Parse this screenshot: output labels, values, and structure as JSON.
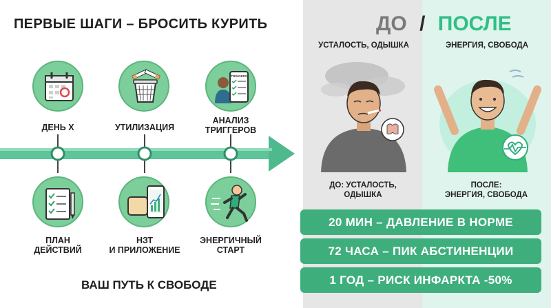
{
  "title": "ПЕРВЫЕ ШАГИ – БРОСИТЬ КУРИТЬ",
  "steps_top": [
    {
      "label": "ДЕНЬ Х",
      "icon": "calendar-icon"
    },
    {
      "label": "УТИЛИЗАЦИЯ",
      "icon": "trash-cigarettes-icon"
    },
    {
      "label_line1": "АНАЛИЗ",
      "label_line2": "ТРИГГЕРОВ",
      "icon": "triggers-checklist-icon",
      "sign": "TRIGGERS"
    }
  ],
  "steps_bottom": [
    {
      "label_line1": "ПЛАН",
      "label_line2": "ДЕЙСТВИЙ",
      "icon": "action-plan-icon"
    },
    {
      "label_line1": "НЗТ",
      "label_line2": "И ПРИЛОЖЕНИЕ",
      "icon": "patch-phone-icon"
    },
    {
      "label_line1": "ЭНЕРГИЧНЫЙ",
      "label_line2": "СТАРТ",
      "icon": "runner-icon"
    }
  ],
  "bottom_tagline": "ВАШ ПУТЬ К СВОБОДЕ",
  "before_after": {
    "before_word": "ДО",
    "slash": "/",
    "after_word": "ПОСЛЕ",
    "before_sub": "УСТАЛОСТЬ, ОДЫШКА",
    "after_sub": "ЭНЕРГИЯ, СВОБОДА",
    "before_cap_line1": "ДО: УСТАЛОСТЬ,",
    "before_cap_line2": "ОДЫШКА",
    "after_cap_line1": "ПОСЛЕ:",
    "after_cap_line2": "ЭНЕРГИЯ, СВОБОДА"
  },
  "facts": [
    "20 МИН – ДАВЛЕНИЕ В НОРМЕ",
    "72 ЧАСА – ПИК АБСТИНЕНЦИИ",
    "1 ГОД – РИСК ИНФАРКТА -50%"
  ],
  "colors": {
    "accent_green": "#3fae7d",
    "light_green": "#7ccf9a",
    "before_title": "#7a7a7a",
    "after_title": "#2fbf86",
    "timeline": "#4fb98e"
  }
}
